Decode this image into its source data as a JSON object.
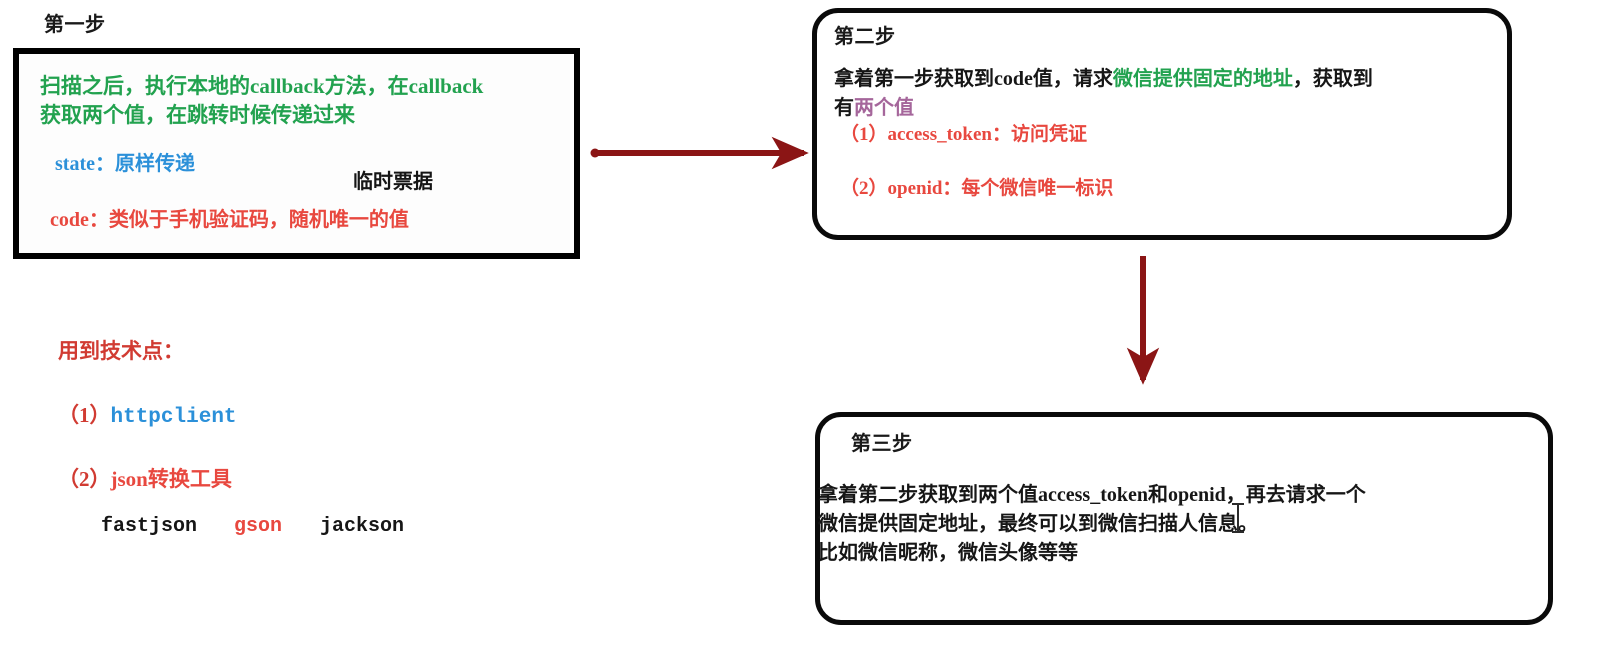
{
  "page": {
    "background": "#ffffff",
    "accent_red": "#8b1515",
    "box_border": "#0a0a0a"
  },
  "step1": {
    "title": "第一步",
    "lines": [
      {
        "text": "扫描之后，执行本地的callback方法，在callback",
        "color": "#22a24f"
      },
      {
        "text": "获取两个值，在跳转时候传递过来",
        "color": "#22a24f"
      },
      {
        "text": "state：原样传递",
        "color": "#2b90d9"
      },
      {
        "text": "临时票据",
        "color": "#161616"
      },
      {
        "text": "code：类似于手机验证码，随机唯一的值",
        "color": "#e8483f"
      }
    ]
  },
  "step2": {
    "title": "第二步",
    "line1_a": "拿着第一步获取到code值，请求",
    "line1_b": "微信提供固定的地址",
    "line1_c": "，获取到",
    "line2_a": "有",
    "line2_b": "两个值",
    "item1": "（1）access_token：访问凭证",
    "item2": "（2）openid：每个微信唯一标识",
    "colors": {
      "highlight_green": "#22a24f",
      "highlight_purple": "#a5669b",
      "item_red": "#e8483f"
    }
  },
  "step3": {
    "title": "第三步",
    "lines": [
      "拿着第二步获取到两个值access_token和openid，再去请求一个",
      "微信提供固定地址，最终可以到微信扫描人信息。",
      "比如微信昵称，微信头像等等"
    ]
  },
  "tech": {
    "heading": "用到技术点：",
    "item1_prefix": "（1）",
    "item1_value": "httpclient",
    "item2_prefix": "（2）",
    "item2_value": "json转换工具",
    "libs": [
      {
        "name": "fastjson",
        "color": "#161616"
      },
      {
        "name": "gson",
        "color": "#e8483f"
      },
      {
        "name": "jackson",
        "color": "#161616"
      }
    ]
  },
  "arrows": [
    {
      "name": "arrow-step1-to-step2",
      "direction": "right"
    },
    {
      "name": "arrow-step2-to-step3",
      "direction": "down"
    }
  ]
}
